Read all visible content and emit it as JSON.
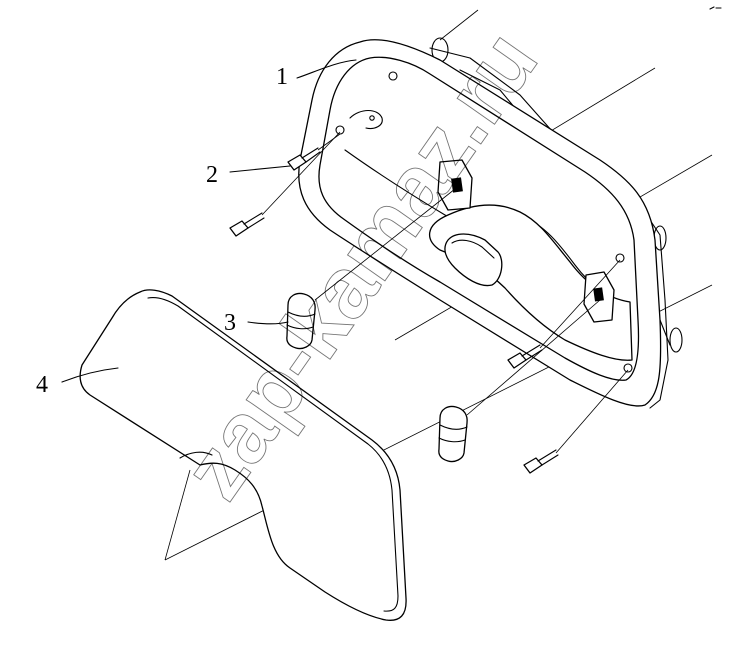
{
  "callouts": {
    "part1": "1",
    "part2": "2",
    "part3": "3",
    "part4": "4"
  },
  "watermark": "zap-kamaz.ru",
  "colors": {
    "line": "#000000",
    "background": "#ffffff"
  }
}
